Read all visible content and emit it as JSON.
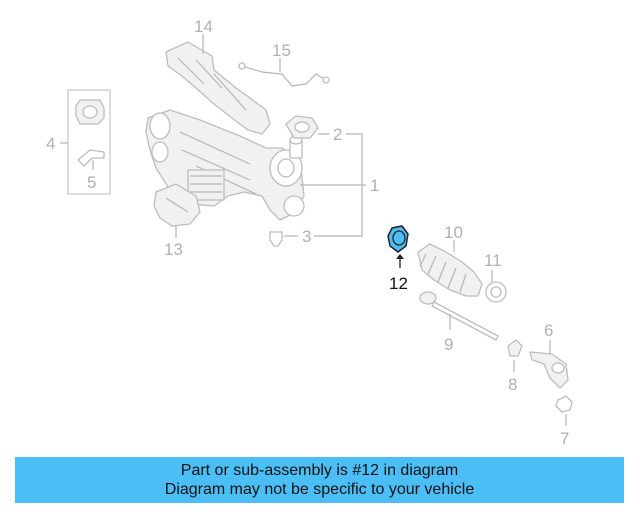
{
  "diagram": {
    "callouts": {
      "c1": "1",
      "c2": "2",
      "c3": "3",
      "c4": "4",
      "c5": "5",
      "c6": "6",
      "c7": "7",
      "c8": "8",
      "c9": "9",
      "c10": "10",
      "c11": "11",
      "c12": "12",
      "c13": "13",
      "c14": "14",
      "c15": "15"
    },
    "highlighted_part": "12",
    "highlight_color": "#4bbef5"
  },
  "banner": {
    "line1": "Part or sub-assembly is #12 in diagram",
    "line2": "Diagram may not be specific to your vehicle",
    "background": "#4bbef5"
  }
}
